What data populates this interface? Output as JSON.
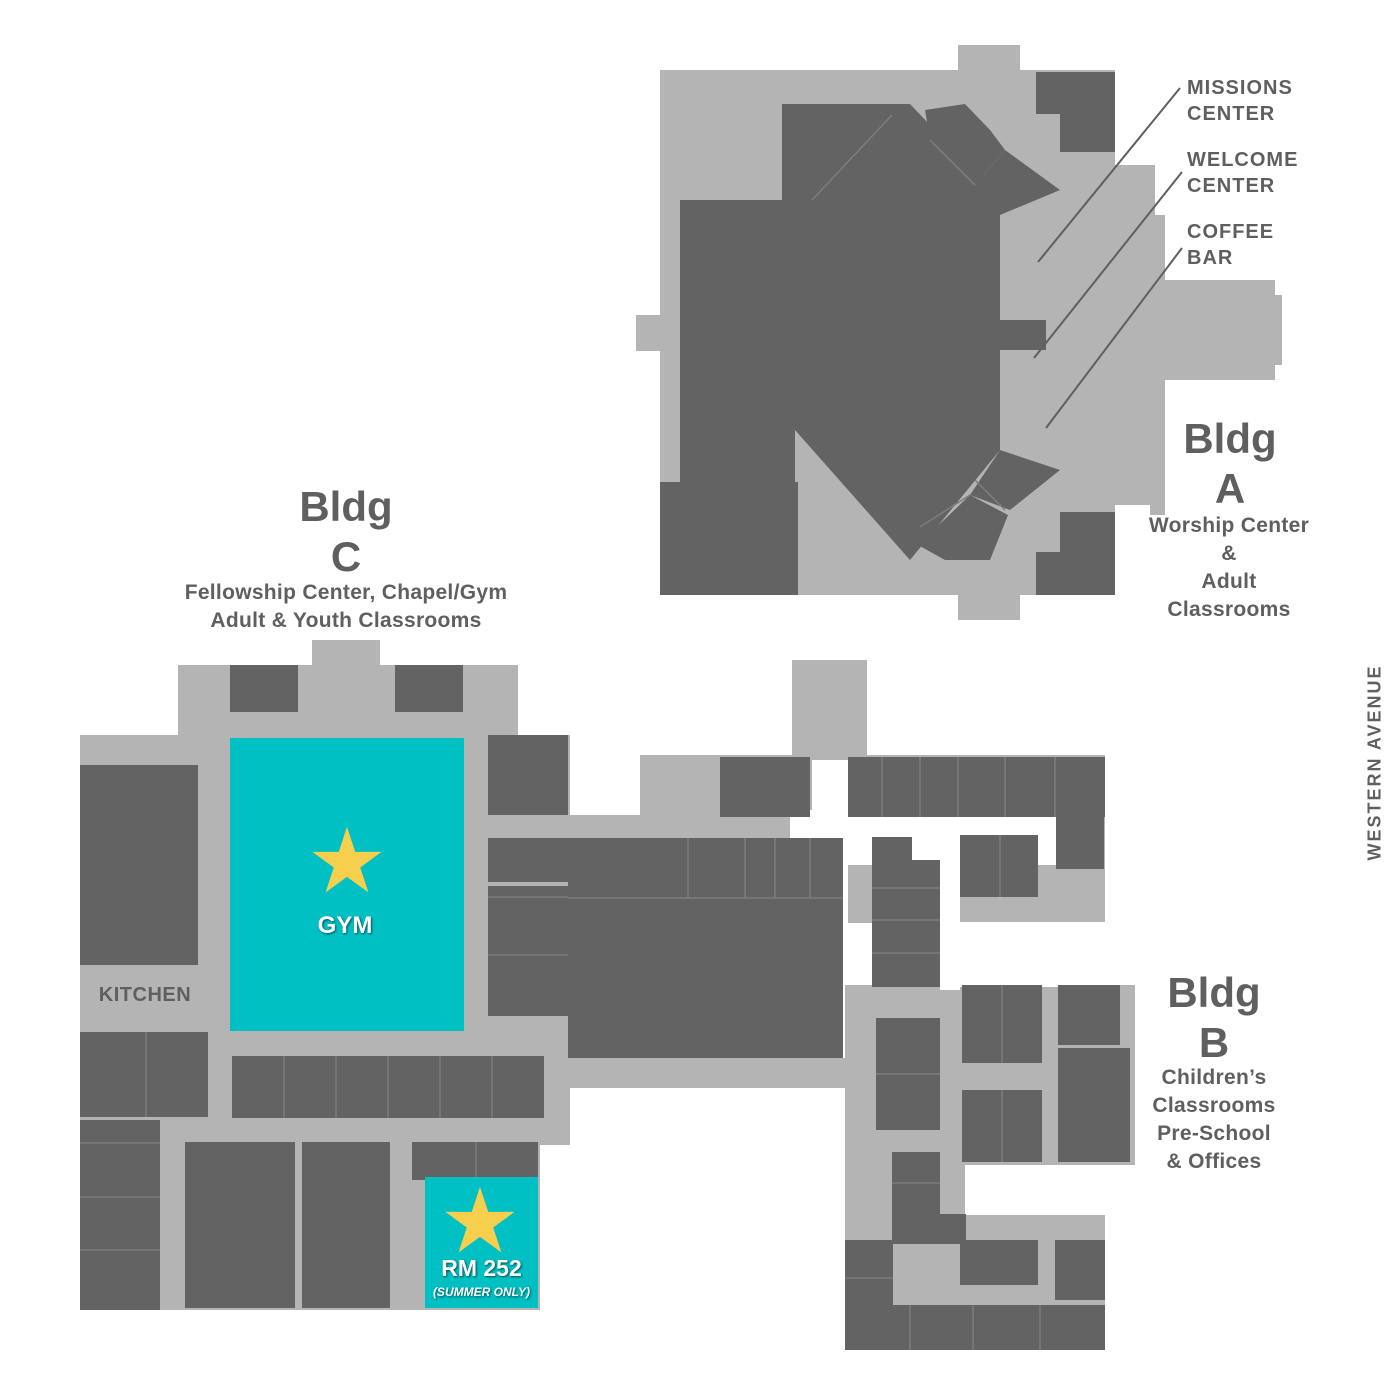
{
  "colors": {
    "corridor": "#b4b4b4",
    "room": "#636363",
    "highlight": "#00c0c4",
    "star": "#f6d04d",
    "text": "#5f5f5f"
  },
  "buildings": {
    "a": {
      "line1": "Bldg",
      "line2": "A",
      "d1": "Worship Center",
      "d2": "&",
      "d3": "Adult",
      "d4": "Classrooms"
    },
    "b": {
      "line1": "Bldg",
      "line2": "B",
      "d1": "Children’s",
      "d2": "Classrooms",
      "d3": "Pre-School",
      "d4": "& Offices"
    },
    "c": {
      "line1": "Bldg",
      "line2": "C",
      "d1": "Fellowship Center, Chapel/Gym",
      "d2": "Adult & Youth Classrooms"
    }
  },
  "callouts": {
    "missions": {
      "l1": "MISSIONS",
      "l2": "CENTER"
    },
    "welcome": {
      "l1": "WELCOME",
      "l2": "CENTER"
    },
    "coffee": {
      "l1": "COFFEE",
      "l2": "BAR"
    }
  },
  "rooms": {
    "gym": "GYM",
    "kitchen": "KITCHEN",
    "rm252": "RM 252",
    "rm252_note": "(SUMMER ONLY)"
  },
  "street": "WESTERN AVENUE",
  "markers": {
    "glyph": "★",
    "icon": "star-icon"
  }
}
